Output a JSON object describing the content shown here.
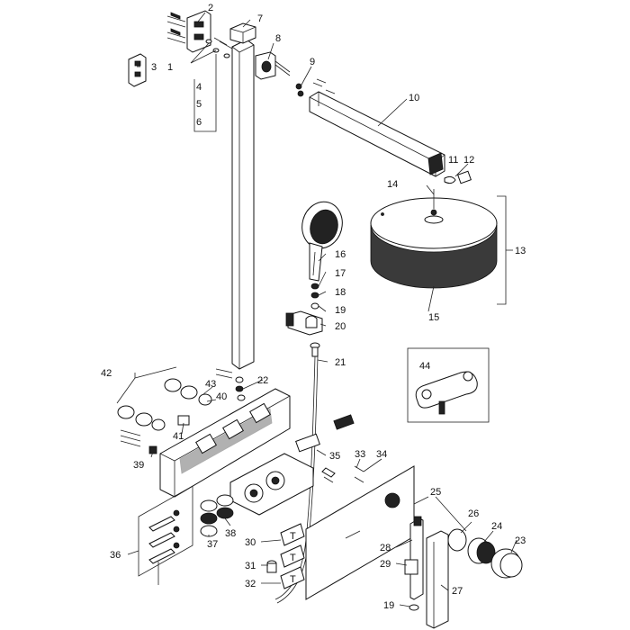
{
  "callouts": [
    "1",
    "2",
    "3",
    "4",
    "5",
    "6",
    "7",
    "8",
    "9",
    "10",
    "11",
    "12",
    "13",
    "14",
    "15",
    "16",
    "17",
    "18",
    "19",
    "20",
    "21",
    "22",
    "23",
    "24",
    "25",
    "26",
    "27",
    "28",
    "29",
    "30",
    "31",
    "32",
    "33",
    "34",
    "35",
    "36",
    "37",
    "38",
    "19",
    "39",
    "40",
    "41",
    "42",
    "43",
    "44"
  ]
}
